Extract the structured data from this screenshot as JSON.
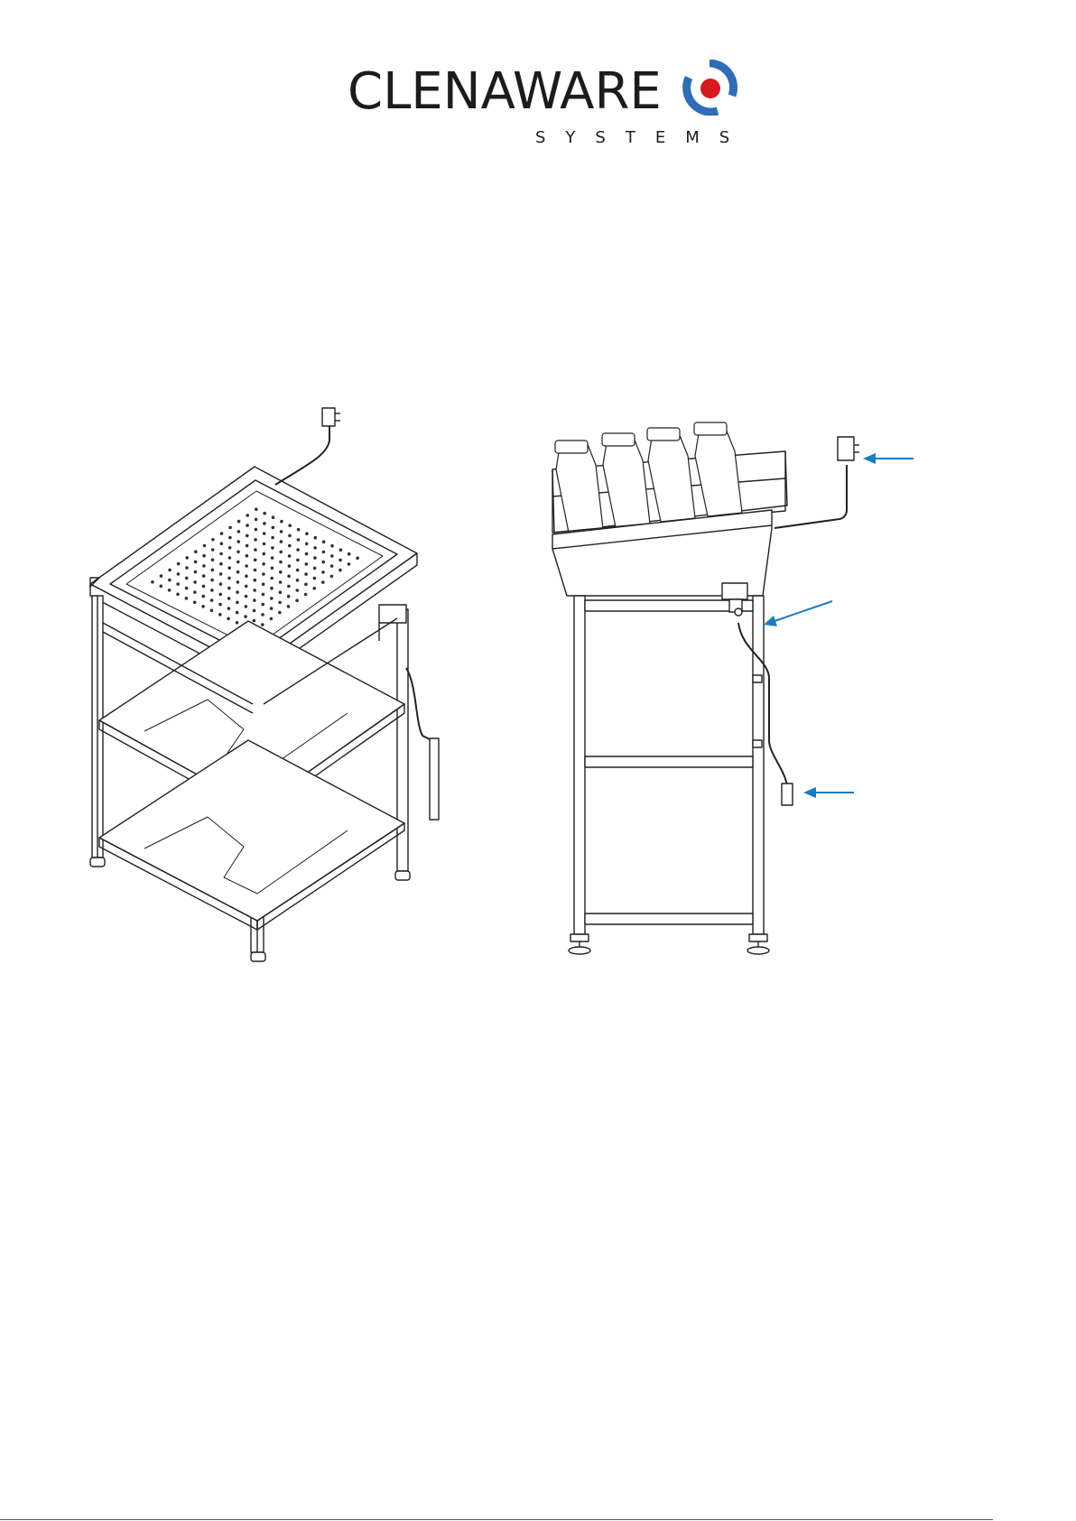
{
  "brand": {
    "name": "CLENAWARE",
    "tagline": "SYSTEMS",
    "accent_red": "#d71920",
    "accent_blue": "#2f6db5"
  },
  "illustration": {
    "left_view": "isometric-trolley-with-perforated-tray",
    "right_view": "side-view-trolley-with-bottle-rack",
    "callout_color": "#1a7cc1"
  }
}
